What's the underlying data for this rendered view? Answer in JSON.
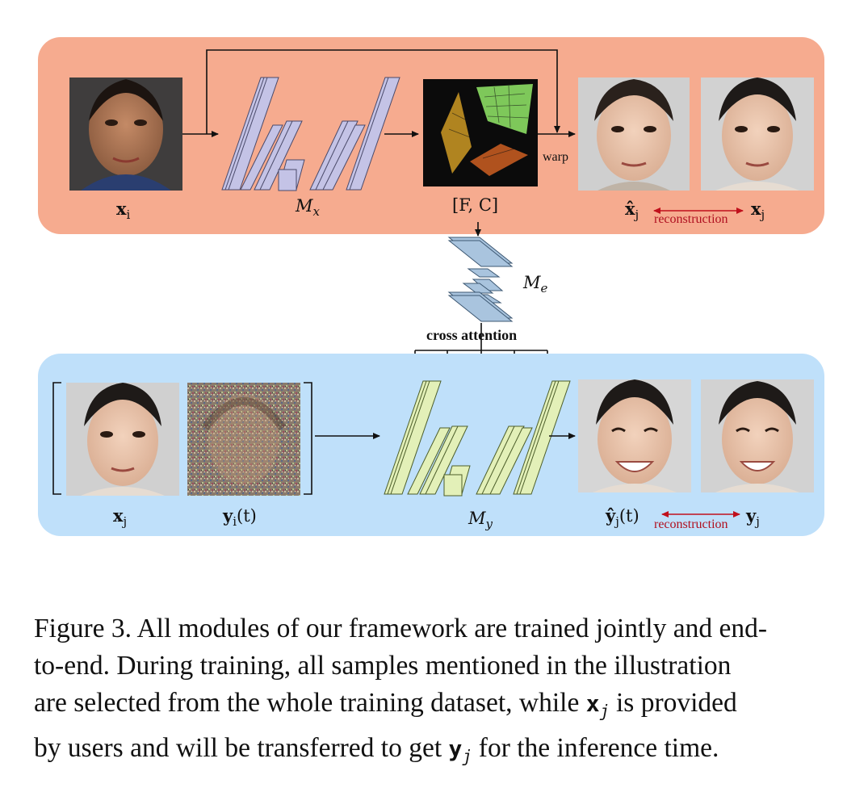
{
  "diagram": {
    "top": {
      "input_label_bold": "x",
      "input_label_sub": "i",
      "encoder_label": "M",
      "encoder_sub": "x",
      "flow_label": "[F, C]",
      "warp_label": "warp",
      "pred_label_bold": "x̂",
      "pred_label_sub": "j",
      "target_label_bold": "x",
      "target_label_sub": "j",
      "reconstruction_label": "reconstruction"
    },
    "middle": {
      "module_label": "M",
      "module_sub": "e",
      "cross_attention_label": "cross attention"
    },
    "bottom": {
      "cond_label_bold": "x",
      "cond_label_sub": "j",
      "noisy_label_bold": "y",
      "noisy_label_sub": "i",
      "noisy_label_suffix": "(t)",
      "unet_label": "M",
      "unet_sub": "y",
      "pred_label_bold": "ŷ",
      "pred_label_sub": "j",
      "pred_label_suffix": "(t)",
      "target_label_bold": "y",
      "target_label_sub": "j",
      "reconstruction_label": "reconstruction"
    },
    "colors": {
      "top_panel": "#f6ab8f",
      "bottom_panel": "#bfe0fa",
      "encoder_blocks": "#c4c3e6",
      "unet_blocks": "#e3f0b8",
      "me_blocks": "#a9c4de",
      "reconstruction_arrow": "#c0101c"
    }
  },
  "caption": {
    "line1": "Figure 3. All modules of our framework are trained jointly and end-",
    "line2": "to-end. During training, all samples mentioned in the illustration",
    "line3_a": "are selected from the whole training dataset, while ",
    "line3_var": "x",
    "line3_var_sub": "j",
    "line3_b": " is provided",
    "line4_a": "by users and will be transferred to get ",
    "line4_var": "y",
    "line4_var_sub": "j",
    "line4_b": " for the inference time."
  }
}
